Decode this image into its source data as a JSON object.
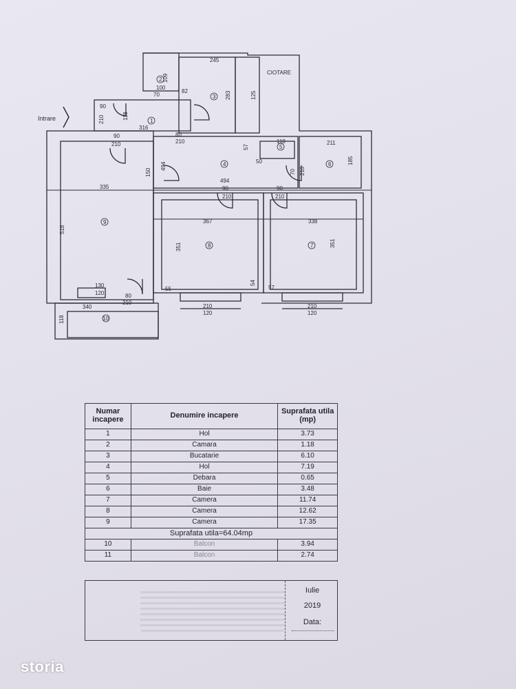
{
  "plan": {
    "entry_label": "Intrare",
    "dimensions": [
      "245",
      "109",
      "100",
      "70",
      "82",
      "283",
      "125",
      "50",
      "90",
      "210",
      "118",
      "316",
      "80",
      "210",
      "90",
      "210",
      "80",
      "210",
      "57",
      "118",
      "50",
      "211",
      "185",
      "70",
      "210",
      "90",
      "150",
      "494",
      "335",
      "90",
      "210",
      "90",
      "210",
      "518",
      "367",
      "338",
      "351",
      "351",
      "55",
      "54",
      "57",
      "130",
      "120",
      "80",
      "210",
      "210",
      "120",
      "210",
      "120",
      "340",
      "118"
    ],
    "room_numbers": [
      "1",
      "2",
      "3",
      "4",
      "5",
      "6",
      "7",
      "8",
      "9",
      "10"
    ],
    "top_label": "CIOTARE"
  },
  "table": {
    "headers": [
      "Numar incapere",
      "Denumire incapere",
      "Suprafata utila (mp)"
    ],
    "rows": [
      {
        "num": "1",
        "name": "Hol",
        "area": "3.73"
      },
      {
        "num": "2",
        "name": "Camara",
        "area": "1.18"
      },
      {
        "num": "3",
        "name": "Bucatarie",
        "area": "6.10"
      },
      {
        "num": "4",
        "name": "Hol",
        "area": "7.19"
      },
      {
        "num": "5",
        "name": "Debara",
        "area": "0.65"
      },
      {
        "num": "6",
        "name": "Baie",
        "area": "3.48"
      },
      {
        "num": "7",
        "name": "Camera",
        "area": "11.74"
      },
      {
        "num": "8",
        "name": "Camera",
        "area": "12.62"
      },
      {
        "num": "9",
        "name": "Camera",
        "area": "17.35"
      }
    ],
    "total_label": "Suprafata utila=64.04mp",
    "extra_rows": [
      {
        "num": "10",
        "name": "Balcon",
        "area": "3.94"
      },
      {
        "num": "11",
        "name": "Balcon",
        "area": "2.74"
      }
    ]
  },
  "signature": {
    "month": "Iulie",
    "year": "2019",
    "date_label": "Data:"
  },
  "brand": {
    "logo_text": "storia"
  }
}
